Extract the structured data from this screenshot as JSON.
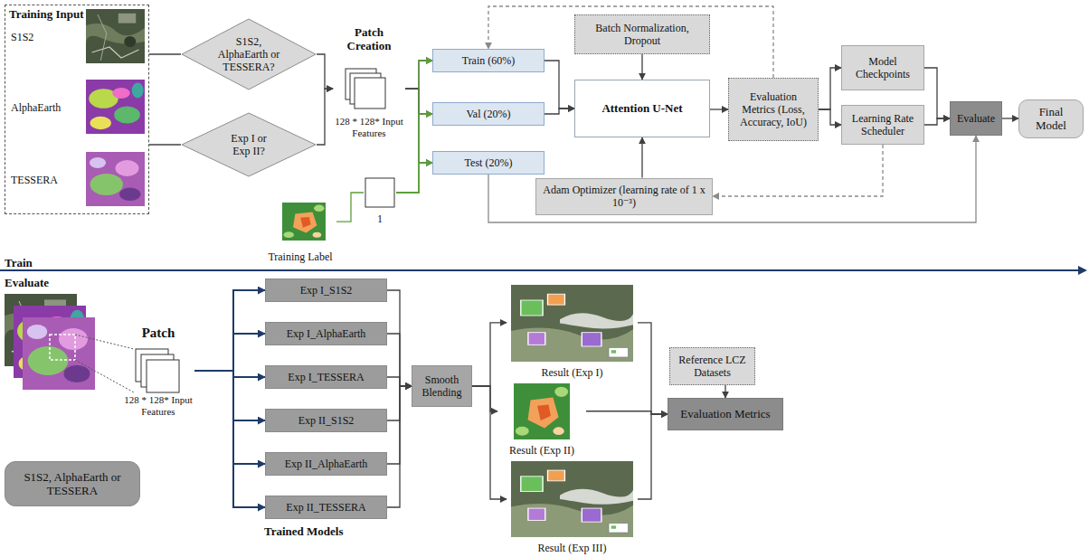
{
  "diagram": {
    "nodes": [
      {
        "text": [
          "Training Input"
        ]
      },
      {
        "text": [
          "S1S2"
        ],
        "in": 0
      },
      {
        "text": [
          "AlphaEarth"
        ],
        "in": 0
      },
      {
        "text": [
          "TESSERA"
        ],
        "in": 0
      },
      {
        "text": [
          "S1S2, AlphaEarth or TESSERA?"
        ]
      },
      {
        "text": [
          "Exp I or Exp II?"
        ]
      },
      {
        "text": [
          "Patch Creation",
          "128 * 128* Input Features"
        ]
      },
      {
        "text": [
          "Training Label"
        ]
      },
      {
        "text": [
          "1"
        ]
      },
      {
        "text": [
          "Train (60%)"
        ]
      },
      {
        "text": [
          "Val (20%)"
        ]
      },
      {
        "text": [
          "Test (20%)"
        ]
      },
      {
        "text": [
          "Batch Normalization, Dropout"
        ]
      },
      {
        "text": [
          "Attention U-Net"
        ]
      },
      {
        "text": [
          "Adam Optimizer (learning rate of 1 x 10⁻³)"
        ]
      },
      {
        "text": [
          "Evaluation Metrics (Loss, Accuracy, IoU)"
        ]
      },
      {
        "text": [
          "Model Checkpoints"
        ]
      },
      {
        "text": [
          "Learning Rate Scheduler"
        ]
      },
      {
        "text": [
          "Evaluate"
        ]
      },
      {
        "text": [
          "Final Model"
        ]
      },
      {
        "text": [
          "Patch",
          "128 * 128* Input Features"
        ]
      },
      {
        "text": [
          "S1S2, AlphaEarth or TESSERA"
        ]
      },
      {
        "text": [
          "Exp I_S1S2"
        ]
      },
      {
        "text": [
          "Exp I_AlphaEarth"
        ]
      },
      {
        "text": [
          "Exp I_TESSERA"
        ]
      },
      {
        "text": [
          "Exp II_S1S2"
        ]
      },
      {
        "text": [
          "Exp II_AlphaEarth"
        ]
      },
      {
        "text": [
          "Exp II_TESSERA"
        ]
      },
      {
        "text": [
          "Smooth Blending"
        ]
      },
      {
        "text": [
          "Result (Exp I)"
        ]
      },
      {
        "text": [
          "Result (Exp II)"
        ]
      },
      {
        "text": [
          "Result (Exp III)"
        ]
      },
      {
        "text": [
          "Reference LCZ Datasets"
        ]
      },
      {
        "text": [
          "Evaluation Metrics"
        ]
      }
    ],
    "edges": [
      {
        "from": 0,
        "to": 4,
        "arrow": "none"
      },
      {
        "from": 0,
        "to": 5,
        "arrow": "none"
      },
      {
        "from": 4,
        "to": 6,
        "arrow": "to"
      },
      {
        "from": 5,
        "to": 6,
        "arrow": "to"
      },
      {
        "from": 6,
        "to": 9,
        "arrow": "to"
      },
      {
        "from": 6,
        "to": 10,
        "arrow": "to"
      },
      {
        "from": 6,
        "to": 11,
        "arrow": "to"
      },
      {
        "from": 7,
        "to": 8,
        "arrow": "none"
      },
      {
        "from": 8,
        "to": 9,
        "arrow": "to"
      },
      {
        "from": 8,
        "to": 10,
        "arrow": "to"
      },
      {
        "from": 8,
        "to": 11,
        "arrow": "to"
      },
      {
        "from": 9,
        "to": 13,
        "arrow": "to"
      },
      {
        "from": 10,
        "to": 13,
        "arrow": "to"
      },
      {
        "from": 11,
        "to": 18,
        "arrow": "to"
      },
      {
        "from": 12,
        "to": 13,
        "arrow": "to"
      },
      {
        "from": 14,
        "to": 13,
        "arrow": "to"
      },
      {
        "from": 13,
        "to": 15,
        "arrow": "to"
      },
      {
        "from": 15,
        "to": 16,
        "arrow": "to"
      },
      {
        "from": 15,
        "to": 17,
        "arrow": "to"
      },
      {
        "from": 16,
        "to": 18,
        "arrow": "to"
      },
      {
        "from": 17,
        "to": 18,
        "arrow": "to"
      },
      {
        "from": 18,
        "to": 19,
        "arrow": "to"
      },
      {
        "from": 15,
        "to": 9,
        "arrow": "to"
      },
      {
        "from": 17,
        "to": 14,
        "arrow": "to"
      },
      {
        "from": 20,
        "to": 22,
        "arrow": "to"
      },
      {
        "from": 20,
        "to": 23,
        "arrow": "to"
      },
      {
        "from": 20,
        "to": 24,
        "arrow": "to"
      },
      {
        "from": 20,
        "to": 25,
        "arrow": "to"
      },
      {
        "from": 20,
        "to": 26,
        "arrow": "to"
      },
      {
        "from": 20,
        "to": 27,
        "arrow": "to"
      },
      {
        "from": 22,
        "to": 28,
        "arrow": "to"
      },
      {
        "from": 23,
        "to": 28,
        "arrow": "to"
      },
      {
        "from": 24,
        "to": 28,
        "arrow": "to"
      },
      {
        "from": 25,
        "to": 28,
        "arrow": "to"
      },
      {
        "from": 26,
        "to": 28,
        "arrow": "to"
      },
      {
        "from": 27,
        "to": 28,
        "arrow": "to"
      },
      {
        "from": 28,
        "to": 29,
        "arrow": "to"
      },
      {
        "from": 28,
        "to": 30,
        "arrow": "to"
      },
      {
        "from": 28,
        "to": 31,
        "arrow": "to"
      },
      {
        "from": 29,
        "to": 33,
        "arrow": "to"
      },
      {
        "from": 30,
        "to": 33,
        "arrow": "to"
      },
      {
        "from": 31,
        "to": 33,
        "arrow": "to"
      },
      {
        "from": 32,
        "to": 33,
        "arrow": "to"
      }
    ],
    "labels": [
      "Train",
      "Evaluate",
      "Trained Models"
    ]
  }
}
